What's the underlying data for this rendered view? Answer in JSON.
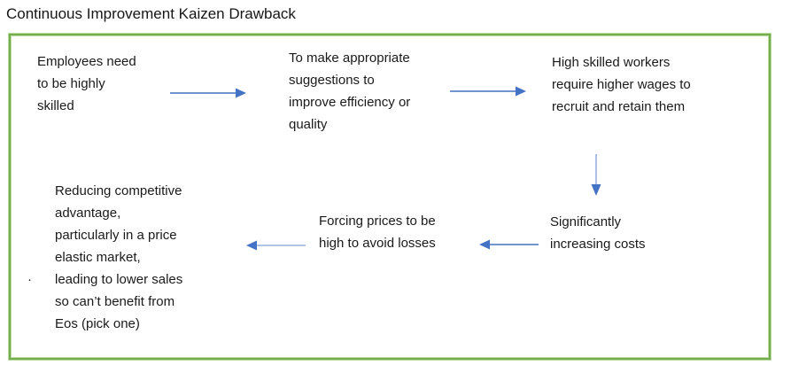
{
  "page": {
    "title": "Continuous Improvement Kaizen Drawback"
  },
  "colors": {
    "arrow_blue": "#4472C4",
    "arrow_light": "#95B1DE",
    "frame_green": "#74AD4D",
    "frame_green_light": "#BBDA9F",
    "text": "#1A1A1A"
  },
  "diagram": {
    "bullet": "·",
    "nodes": [
      {
        "id": "employees-skilled",
        "lines": [
          "Employees need",
          "to be highly",
          "skilled"
        ]
      },
      {
        "id": "suggestions",
        "lines": [
          "To make appropriate",
          "suggestions to",
          "improve efficiency or",
          "quality"
        ]
      },
      {
        "id": "higher-wages",
        "lines": [
          "High skilled workers",
          "require higher wages to",
          "recruit and retain them"
        ]
      },
      {
        "id": "increasing-costs",
        "lines": [
          "Significantly",
          "increasing costs"
        ]
      },
      {
        "id": "forcing-prices",
        "lines": [
          "Forcing prices to be",
          "high to avoid losses"
        ]
      },
      {
        "id": "reduced-advantage",
        "lines": [
          "Reducing competitive",
          "advantage,",
          "particularly in a price",
          "elastic market,",
          "leading to lower sales",
          "so can’t benefit from",
          "Eos (pick one)"
        ]
      }
    ],
    "connections": [
      {
        "from": "employees-skilled",
        "to": "suggestions",
        "direction": "right"
      },
      {
        "from": "suggestions",
        "to": "higher-wages",
        "direction": "right"
      },
      {
        "from": "higher-wages",
        "to": "increasing-costs",
        "direction": "down"
      },
      {
        "from": "increasing-costs",
        "to": "forcing-prices",
        "direction": "left"
      },
      {
        "from": "forcing-prices",
        "to": "reduced-advantage",
        "direction": "left"
      }
    ]
  }
}
